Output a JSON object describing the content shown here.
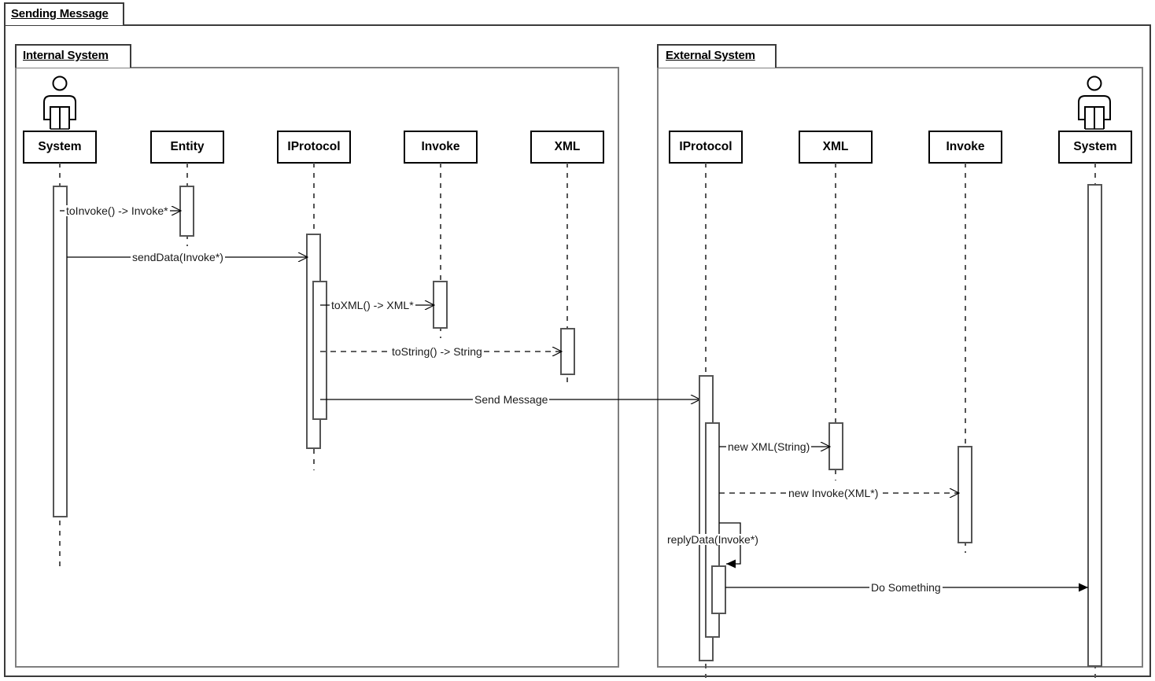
{
  "diagram": {
    "type": "uml-sequence-diagram",
    "frame_title": "Sending Message",
    "partitions": [
      {
        "id": "internal",
        "title": "Internal System"
      },
      {
        "id": "external",
        "title": "External System"
      }
    ],
    "lifelines": [
      {
        "id": "int-system",
        "label": "System",
        "partition": "internal",
        "actor": true
      },
      {
        "id": "int-entity",
        "label": "Entity",
        "partition": "internal",
        "actor": false
      },
      {
        "id": "int-iprotocol",
        "label": "IProtocol",
        "partition": "internal",
        "actor": false
      },
      {
        "id": "int-invoke",
        "label": "Invoke",
        "partition": "internal",
        "actor": false
      },
      {
        "id": "int-xml",
        "label": "XML",
        "partition": "internal",
        "actor": false
      },
      {
        "id": "ext-iprotocol",
        "label": "IProtocol",
        "partition": "external",
        "actor": false
      },
      {
        "id": "ext-xml",
        "label": "XML",
        "partition": "external",
        "actor": false
      },
      {
        "id": "ext-invoke",
        "label": "Invoke",
        "partition": "external",
        "actor": false
      },
      {
        "id": "ext-system",
        "label": "System",
        "partition": "external",
        "actor": true
      }
    ],
    "messages": [
      {
        "id": "m1",
        "label": "toInvoke() -> Invoke*",
        "from": "int-system",
        "to": "int-entity",
        "style": "solid",
        "direction": "right"
      },
      {
        "id": "m2",
        "label": "sendData(Invoke*)",
        "from": "int-system",
        "to": "int-iprotocol",
        "style": "solid",
        "direction": "right"
      },
      {
        "id": "m3",
        "label": "toXML() -> XML*",
        "from": "int-iprotocol",
        "to": "int-invoke",
        "style": "solid",
        "direction": "right"
      },
      {
        "id": "m4",
        "label": "toString() -> String",
        "from": "int-iprotocol",
        "to": "int-xml",
        "style": "dashed",
        "direction": "right"
      },
      {
        "id": "m5",
        "label": "Send Message",
        "from": "int-iprotocol",
        "to": "ext-iprotocol",
        "style": "solid",
        "direction": "right"
      },
      {
        "id": "m6",
        "label": "new XML(String)",
        "from": "ext-iprotocol",
        "to": "ext-xml",
        "style": "solid",
        "direction": "right"
      },
      {
        "id": "m7",
        "label": "new Invoke(XML*)",
        "from": "ext-iprotocol",
        "to": "ext-invoke",
        "style": "dashed",
        "direction": "right"
      },
      {
        "id": "m8",
        "label": "replyData(Invoke*)",
        "from": "ext-iprotocol",
        "to": "ext-iprotocol",
        "style": "solid",
        "direction": "self"
      },
      {
        "id": "m9",
        "label": "Do Something",
        "from": "ext-iprotocol",
        "to": "ext-system",
        "style": "solid",
        "direction": "right"
      }
    ],
    "colors": {
      "stroke": "#000000",
      "frame_stroke": "#7f7f7f",
      "background": "#ffffff",
      "text": "#1a1a1a"
    }
  }
}
